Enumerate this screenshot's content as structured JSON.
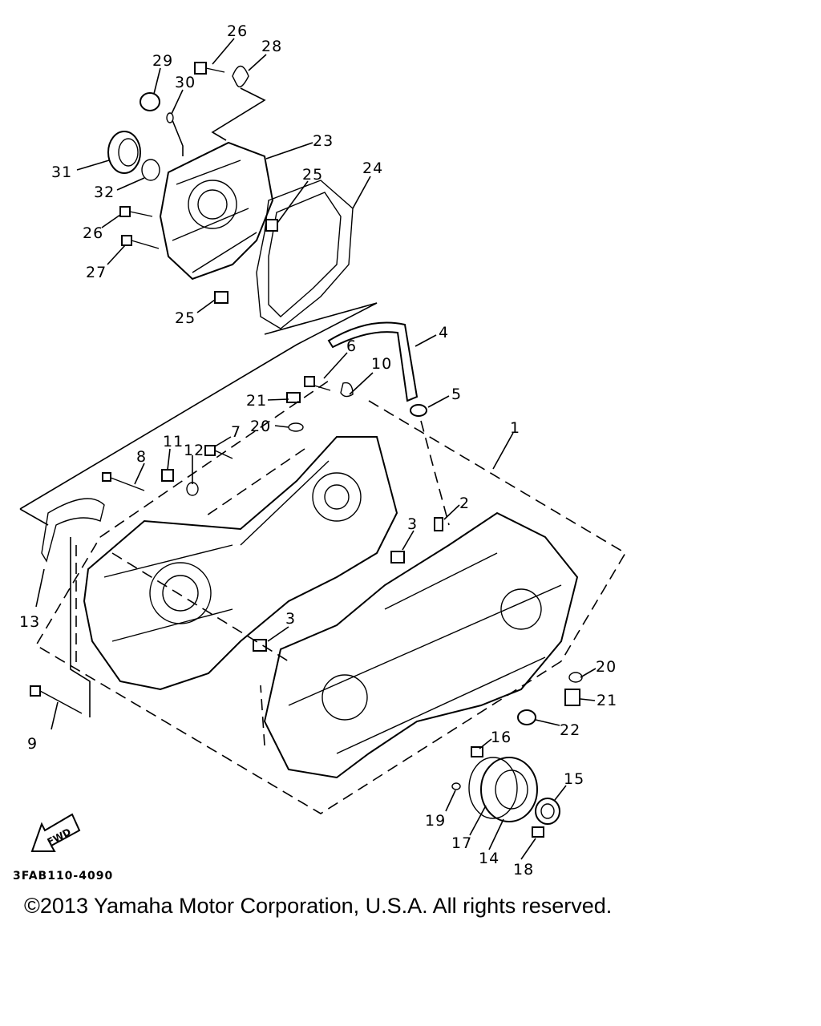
{
  "diagram": {
    "part_code": "3FAB110-4090",
    "fwd_label": "FWD",
    "copyright": "©2013 Yamaha Motor Corporation, U.S.A. All rights reserved.",
    "callouts": {
      "c1": "1",
      "c2": "2",
      "c3a": "3",
      "c3b": "3",
      "c4": "4",
      "c5": "5",
      "c6": "6",
      "c7": "7",
      "c8": "8",
      "c9": "9",
      "c10": "10",
      "c11": "11",
      "c12": "12",
      "c13": "13",
      "c14": "14",
      "c15": "15",
      "c16": "16",
      "c17": "17",
      "c18": "18",
      "c19": "19",
      "c20a": "20",
      "c20b": "20",
      "c21a": "21",
      "c21b": "21",
      "c22": "22",
      "c23": "23",
      "c24": "24",
      "c25a": "25",
      "c25b": "25",
      "c26a": "26",
      "c26b": "26",
      "c27": "27",
      "c28": "28",
      "c29": "29",
      "c30": "30",
      "c31": "31",
      "c32": "32"
    }
  }
}
